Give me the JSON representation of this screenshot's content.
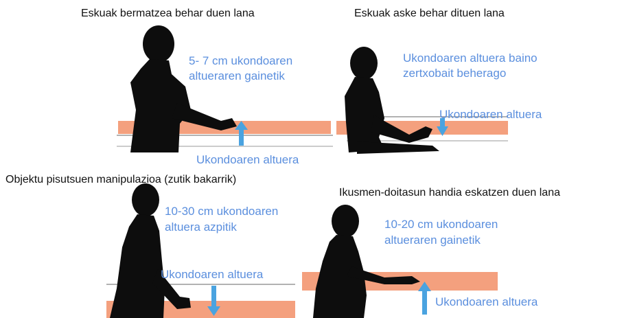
{
  "colors": {
    "text": "#111111",
    "annotation_blue": "#5b8fde",
    "arrow_blue": "#4aa3e0",
    "worktop": "#f4a07e",
    "silhouette": "#0d0d0d",
    "floor_line": "#999999"
  },
  "panels": {
    "top_left": {
      "title": "Eskuak bermatzea behar duen lana",
      "note_line1": "5- 7 cm ukondoaren",
      "note_line2": "altueraren gainetik",
      "elbow_label": "Ukondoaren altuera",
      "icons": {
        "figure": "standing-person-silhouette-icon",
        "arrow": "up-arrow-icon"
      }
    },
    "top_right": {
      "title": "Eskuak aske behar dituen lana",
      "note_line1": "Ukondoaren altuera baino",
      "note_line2": "zertxobait beherago",
      "elbow_label": "Ukondoaren altuera",
      "icons": {
        "figure": "seated-person-silhouette-icon",
        "arrow": "down-arrow-icon"
      }
    },
    "bottom_left": {
      "title": "Objektu pisutsuen manipulazioa  (zutik bakarrik)",
      "note_line1": "10-30 cm ukondoaren",
      "note_line2": "altuera azpitik",
      "elbow_label": "Ukondoaren altuera",
      "icons": {
        "figure": "standing-person-silhouette-icon",
        "arrow": "down-arrow-icon"
      }
    },
    "bottom_right": {
      "title": "Ikusmen-doitasun handia eskatzen duen lana",
      "note_line1": "10-20 cm ukondoaren",
      "note_line2": "altueraren gainetik",
      "elbow_label": "Ukondoaren altuera",
      "icons": {
        "figure": "seated-person-silhouette-icon",
        "arrow": "up-arrow-icon"
      }
    }
  }
}
